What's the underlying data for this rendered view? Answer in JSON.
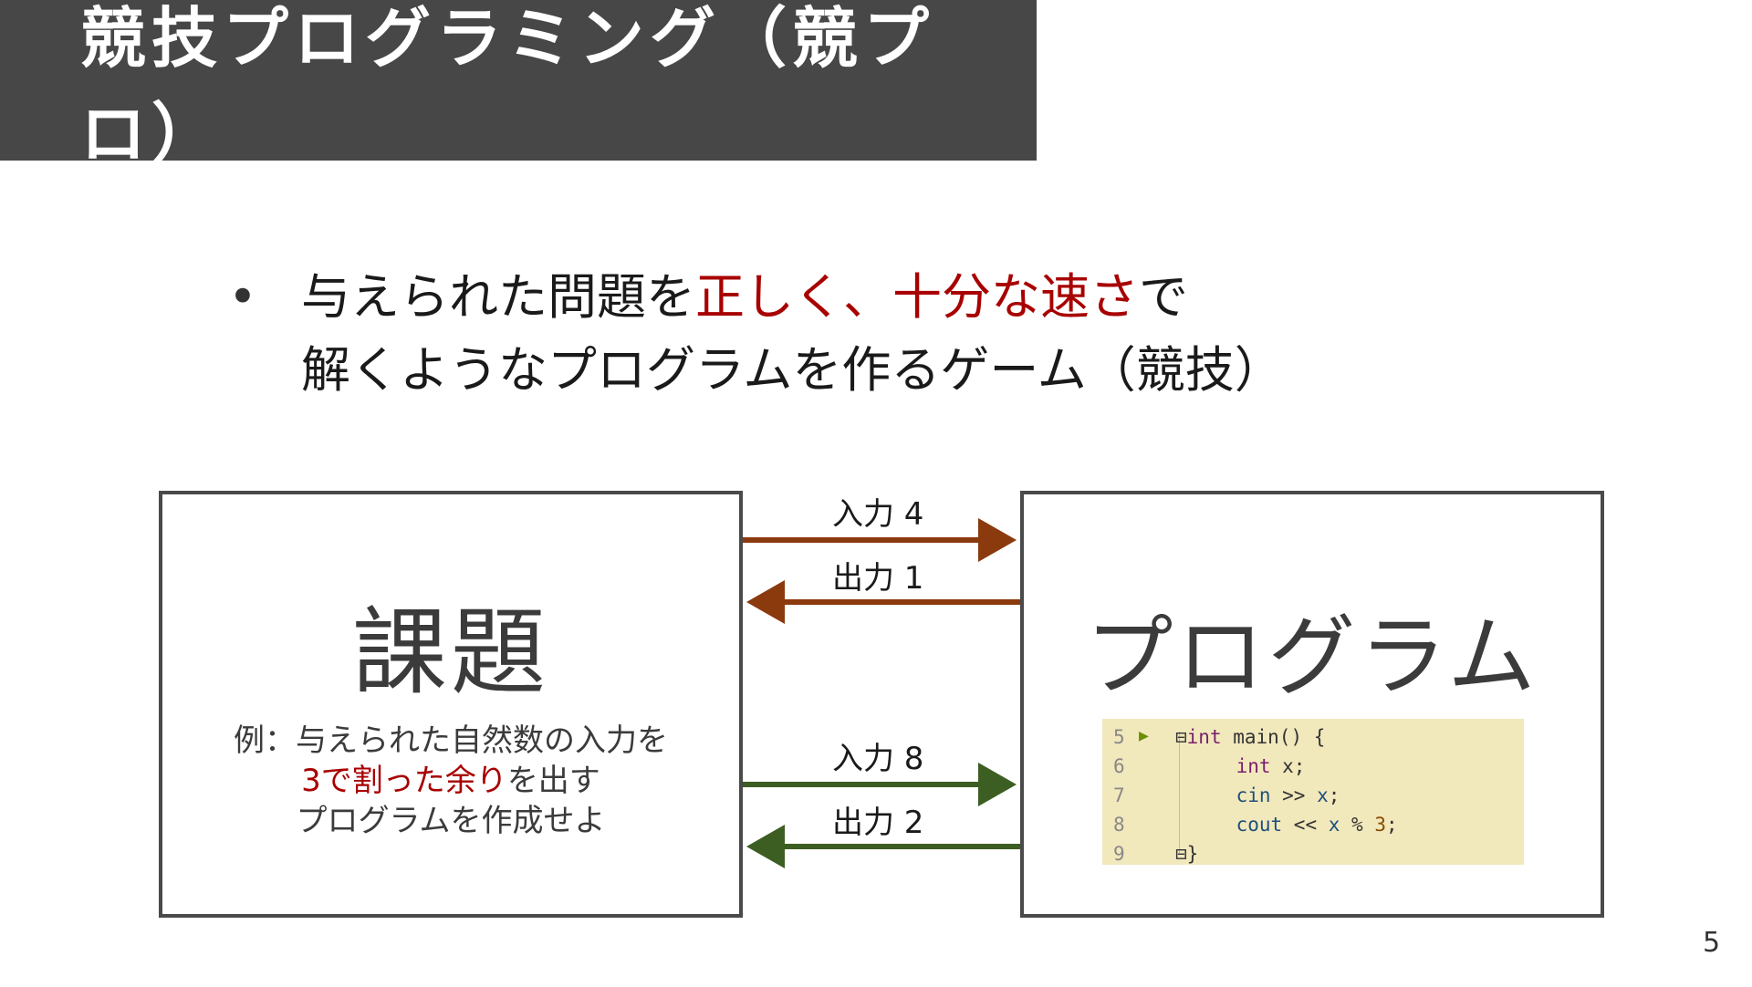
{
  "title": "競技プログラミング（競プロ）",
  "bullet": {
    "marker": "•",
    "line1_pre": "与えられた問題を",
    "line1_red": "正しく、十分な速さ",
    "line1_post": "で",
    "line2": "解くようなプログラムを作るゲーム（競技）"
  },
  "task_box": {
    "heading": "課題",
    "line1": "例：与えられた自然数の入力を",
    "line2_red": "3で割った余り",
    "line2_post": "を出す",
    "line3": "プログラムを作成せよ"
  },
  "program_box": {
    "heading": "プログラム",
    "code": {
      "line_numbers": [
        "5",
        "6",
        "7",
        "8",
        "9"
      ],
      "run_marker": "▶"
    }
  },
  "arrows": [
    {
      "label": "入力 4",
      "direction": "right",
      "color": "#8b3a0e"
    },
    {
      "label": "出力 1",
      "direction": "left",
      "color": "#8b3a0e"
    },
    {
      "label": "入力 8",
      "direction": "right",
      "color": "#3d5e22"
    },
    {
      "label": "出力 2",
      "direction": "left",
      "color": "#3d5e22"
    }
  ],
  "page_number": "5"
}
